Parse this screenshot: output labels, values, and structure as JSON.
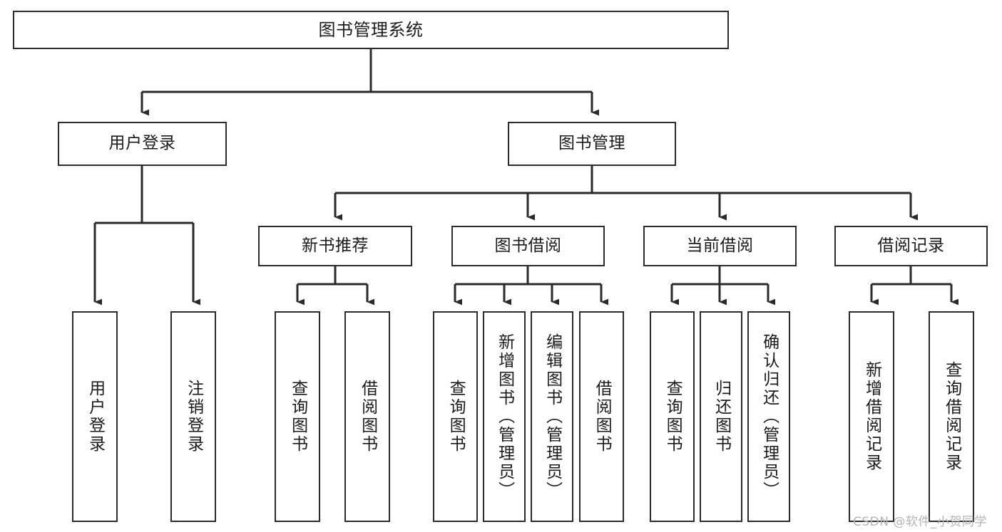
{
  "diagram": {
    "title": "图书管理系统",
    "type": "tree-hierarchy",
    "watermark": "CSDN @软件_小贺同学",
    "colors": {
      "border": "#2b2b2b",
      "background": "#ffffff",
      "text": "#1b1b1b",
      "watermark": "#b4b4b4"
    },
    "nodes": {
      "root": {
        "label": "图书管理系统"
      },
      "level2": [
        {
          "label": "用户登录"
        },
        {
          "label": "图书管理"
        }
      ],
      "level3": [
        {
          "label": "新书推荐"
        },
        {
          "label": "图书借阅"
        },
        {
          "label": "当前借阅"
        },
        {
          "label": "借阅记录"
        }
      ],
      "leaves_user_login": [
        {
          "label": "用户登录"
        },
        {
          "label": "注销登录"
        }
      ],
      "leaves_new_book": [
        {
          "label": "查询图书"
        },
        {
          "label": "借阅图书"
        }
      ],
      "leaves_borrow": [
        {
          "label": "查询图书"
        },
        {
          "label": "新增图书（管理员）"
        },
        {
          "label": "编辑图书（管理员）"
        },
        {
          "label": "借阅图书"
        }
      ],
      "leaves_current": [
        {
          "label": "查询图书"
        },
        {
          "label": "归还图书"
        },
        {
          "label": "确认归还（管理员）"
        }
      ],
      "leaves_record": [
        {
          "label": "新增借阅记录"
        },
        {
          "label": "查询借阅记录"
        }
      ]
    }
  }
}
